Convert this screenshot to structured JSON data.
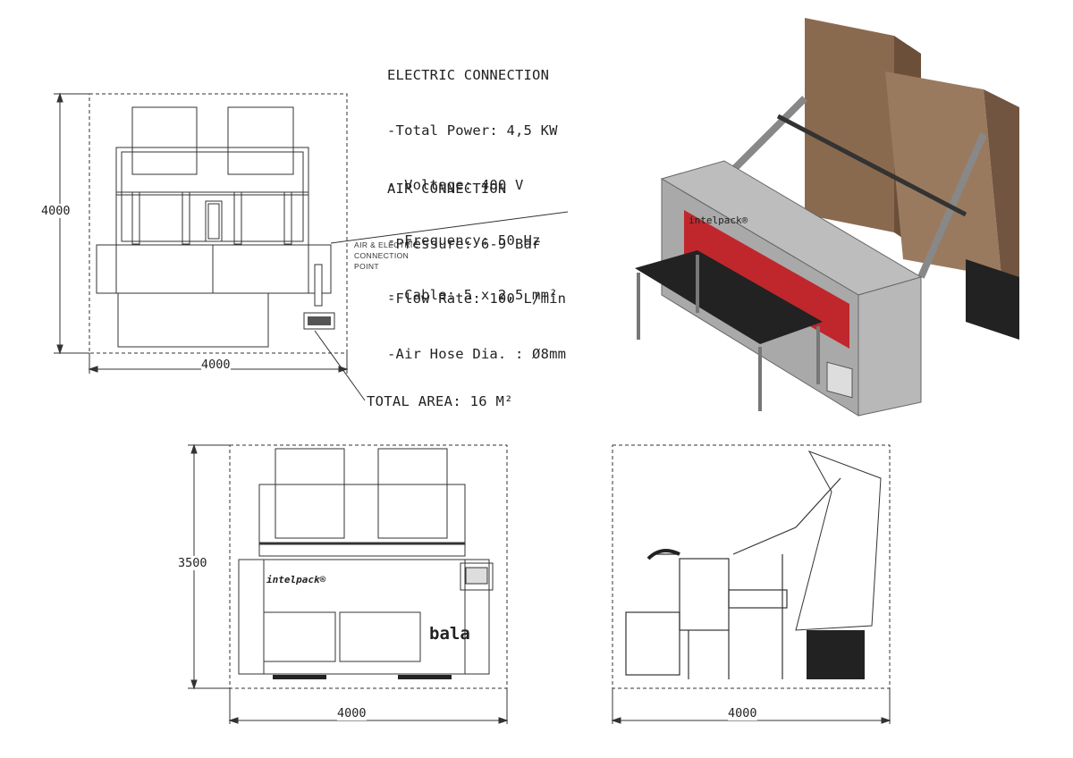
{
  "electric": {
    "heading": "ELECTRIC CONNECTION",
    "lines": [
      "-Total Power: 4,5 KW",
      "- Voltage: 400 V",
      "- Frequency: 50 Hz",
      "- Cable: 5 x 2,5 mm²"
    ]
  },
  "air": {
    "heading": "AIR CONNECTION",
    "lines": [
      "-Pressure: 6-9 Bar",
      "-Flow Rate: 100 L/min",
      "-Air Hose Dia. : Ø8mm"
    ]
  },
  "connection_point": {
    "label": "AIR & ELECTRIC\nCONNECTION\nPOINT"
  },
  "total_area": "TOTAL AREA: 16 M²",
  "dimensions": {
    "top_height": "4000",
    "top_width": "4000",
    "front_height": "3500",
    "front_width": "4000",
    "side_width": "4000"
  },
  "branding": {
    "logo": "intelpack®",
    "front_mark": "bala",
    "panel_color": "#c0272d",
    "carton_color": "#8a6a4f"
  }
}
